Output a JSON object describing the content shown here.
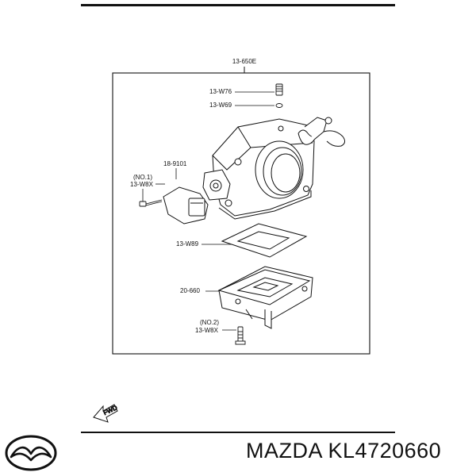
{
  "diagram": {
    "assembly_label": "13-650E",
    "labels": {
      "w76": "13-W76",
      "w69": "13-W69",
      "sensor": "18-9101",
      "no1": "(NO.1)",
      "w8x_1": "13-W8X",
      "w89": "13-W89",
      "body_660": "20-660",
      "no2": "(NO.2)",
      "w8x_2": "13-W8X"
    },
    "fwd_arrow": "FWD"
  },
  "footer": {
    "brand": "MAZDA",
    "part_number": "KL4720660",
    "logo_icon": "mazda-logo-icon"
  }
}
